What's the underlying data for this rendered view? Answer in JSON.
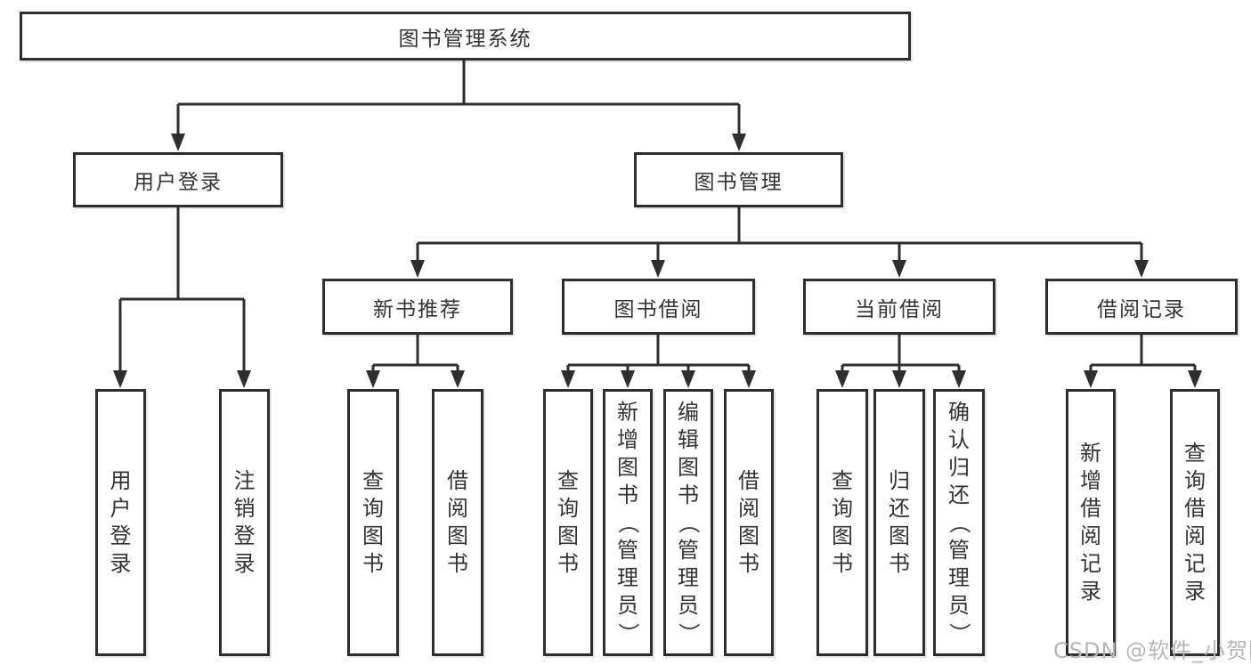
{
  "colors": {
    "line": "#2e2e2e",
    "box_border": "#2e2e2e",
    "text": "#333333",
    "background": "#ffffff",
    "watermark": "#b3b6b8"
  },
  "watermark": "CSDN @软件_小贺同学",
  "tree": {
    "root": "图书管理系统",
    "level2": [
      {
        "label": "用户登录",
        "children": [
          "用户登录",
          "注销登录"
        ]
      },
      {
        "label": "图书管理"
      }
    ],
    "level3": [
      {
        "label": "新书推荐",
        "children": [
          "查询图书",
          "借阅图书"
        ]
      },
      {
        "label": "图书借阅",
        "children": [
          "查询图书",
          "新增图书（管理员）",
          "编辑图书（管理员）",
          "借阅图书"
        ]
      },
      {
        "label": "当前借阅",
        "children": [
          "查询图书",
          "归还图书",
          "确认归还（管理员）"
        ]
      },
      {
        "label": "借阅记录",
        "children": [
          "新增借阅记录",
          "查询借阅记录"
        ]
      }
    ]
  }
}
